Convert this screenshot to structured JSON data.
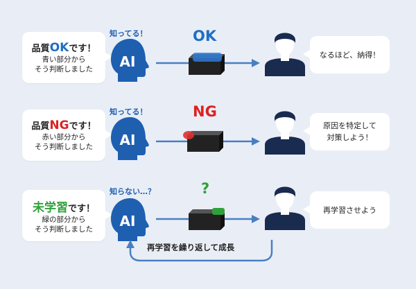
{
  "rows": [
    {
      "speech": {
        "before": "品質",
        "tag": "OK",
        "after": "です！",
        "line2": "青い部分から",
        "line3": "そう判断しました"
      },
      "ai_caption": "知ってる！",
      "ai_label": "AI",
      "verdict": "OK",
      "reply_lines": [
        "なるほど、納得！"
      ]
    },
    {
      "speech": {
        "before": "品質",
        "tag": "NG",
        "after": "です！",
        "line2": "赤い部分から",
        "line3": "そう判断しました"
      },
      "ai_caption": "知ってる！",
      "ai_label": "AI",
      "verdict": "NG",
      "reply_lines": [
        "原因を特定して",
        "対策しよう！"
      ]
    },
    {
      "speech": {
        "before": "",
        "tag": "未学習",
        "after": "です！",
        "line2": "緑の部分から",
        "line3": "そう判断しました"
      },
      "ai_caption": "知らない…？",
      "ai_label": "AI",
      "verdict": "?",
      "reply_lines": [
        "再学習させよう"
      ]
    }
  ],
  "loop_label": "再学習を繰り返して成長",
  "colors": {
    "background": "#e9eef6",
    "navy": "#1a2b50",
    "ai_blue": "#1f5fb0",
    "arrow_blue": "#4a7ec2",
    "ok_blue": "#1f6fc2",
    "ng_red": "#dd2222",
    "new_green": "#2fa13a"
  }
}
